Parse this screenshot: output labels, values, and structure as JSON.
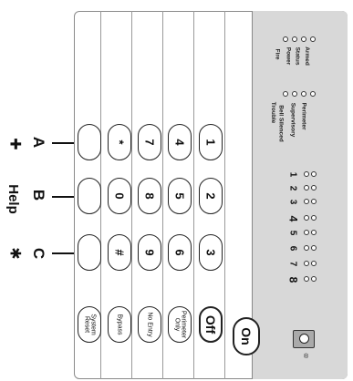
{
  "side_keys": {
    "a": "A",
    "b": "B",
    "c": "C",
    "help": "Help"
  },
  "keys": {
    "k1": "1",
    "k2": "2",
    "k3": "3",
    "k4": "4",
    "k5": "5",
    "k6": "6",
    "k7": "7",
    "k8": "8",
    "k9": "9",
    "star": "*",
    "k0": "0",
    "hash": "#",
    "off": "Off",
    "on": "On",
    "system_reset": "System Reset",
    "bypass": "Bypass",
    "no_entry": "No Entry",
    "home_only": "Perimeter Only"
  },
  "status": {
    "armed": "Armed",
    "status": "Status",
    "power": "Power",
    "fire": "Fire",
    "perimeter": "Perimeter",
    "supervisory": "Supervisory",
    "bell_silenced": "Bell Silenced",
    "trouble": "Trouble"
  },
  "zones": [
    "1",
    "2",
    "3",
    "4",
    "5",
    "6",
    "7",
    "8"
  ]
}
